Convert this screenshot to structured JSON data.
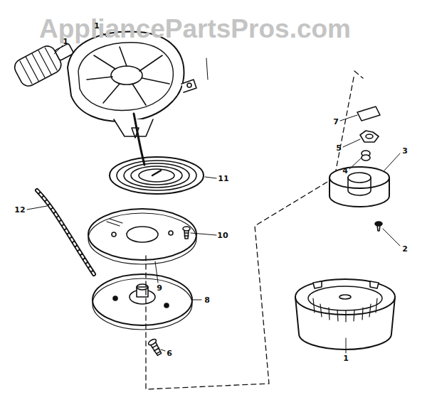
{
  "diagram": {
    "labels": [
      "AppliancePartsPros.com",
      "1",
      "1",
      "7",
      "5",
      "3",
      "4",
      "11",
      "12",
      "10",
      "2",
      "9",
      "8",
      "6",
      "1"
    ]
  }
}
